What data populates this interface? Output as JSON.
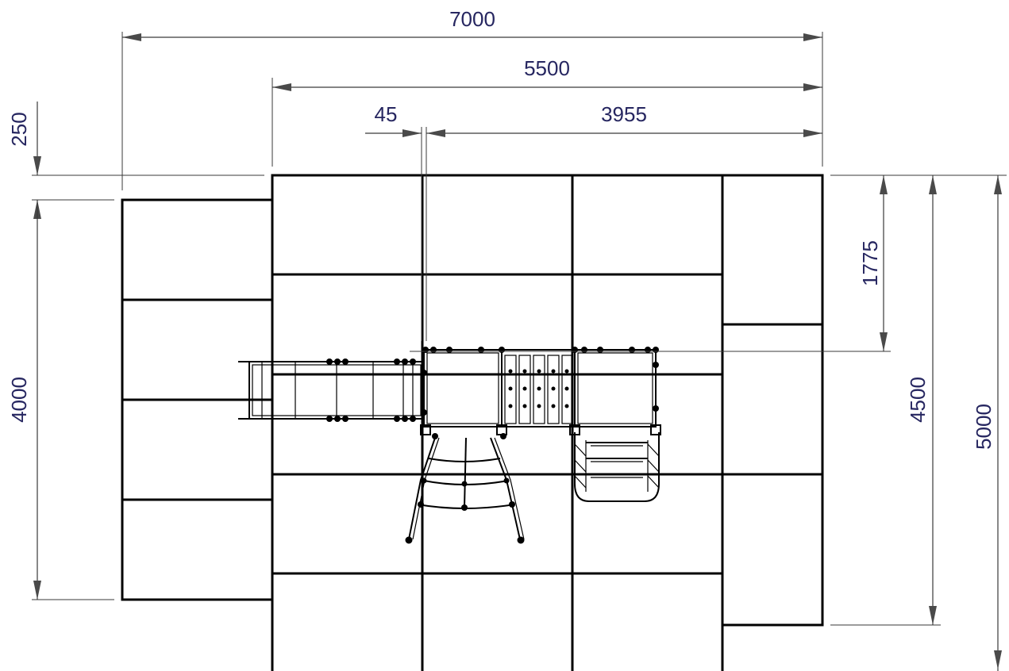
{
  "dimensions": {
    "total_width": "7000",
    "platform_width": "5500",
    "offset": "45",
    "tower_span": "3955",
    "top_offset": "250",
    "left_height": "4000",
    "tower_depth": "1775",
    "right_height": "4500",
    "total_height": "5000"
  }
}
